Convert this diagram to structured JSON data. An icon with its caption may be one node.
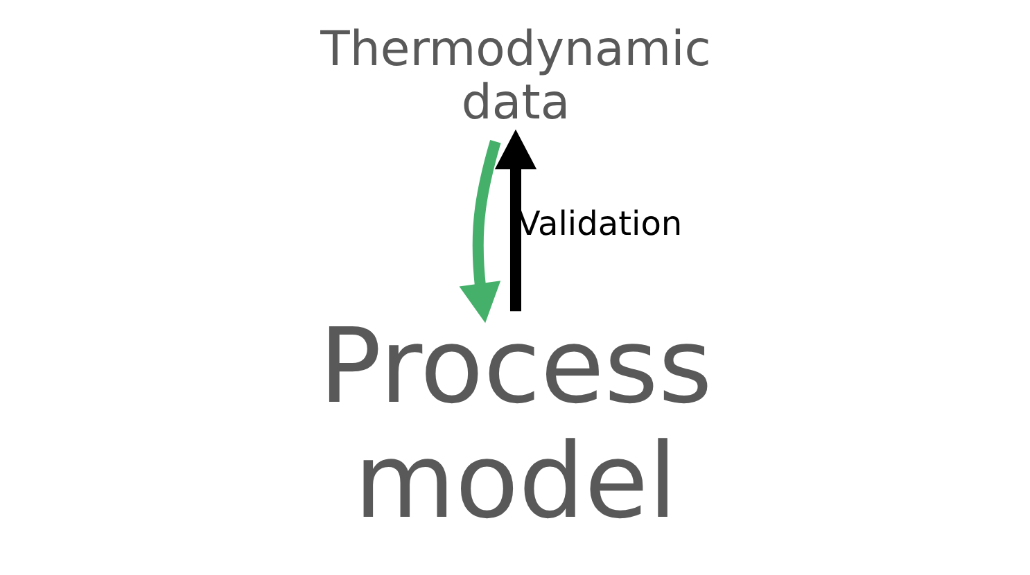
{
  "diagram": {
    "nodes": [
      {
        "text": [
          "Thermodynamic data"
        ]
      },
      {
        "text": [
          "Process model"
        ]
      }
    ],
    "edges": [
      {
        "from": 0,
        "to": 1,
        "arrow": "to",
        "color": "#45b06a"
      },
      {
        "from": 1,
        "to": 0,
        "arrow": "to",
        "color": "#000000",
        "label": "Validation"
      }
    ]
  }
}
